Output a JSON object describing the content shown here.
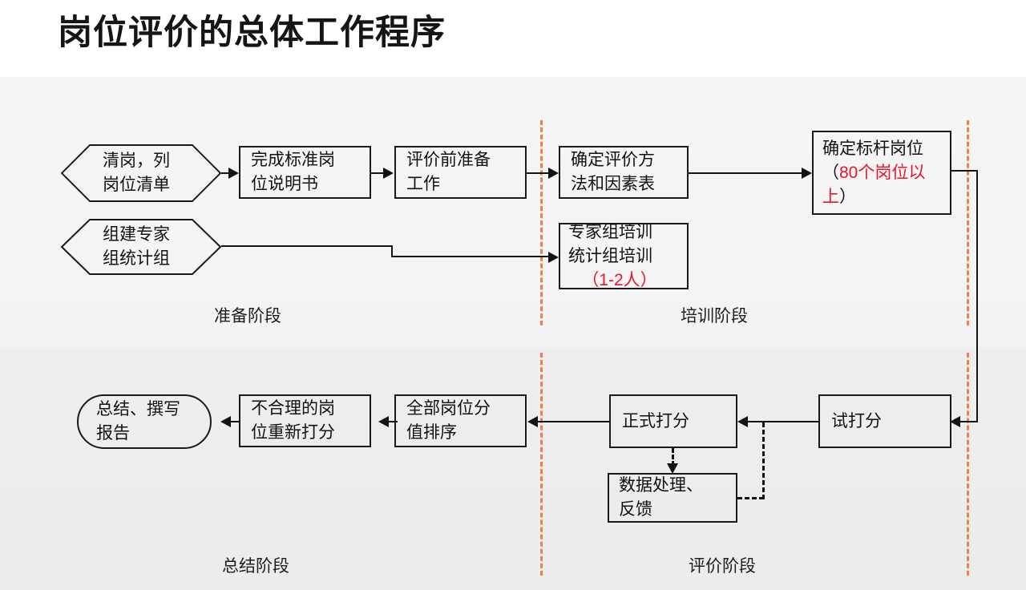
{
  "slide": {
    "title": "岗位评价的总体工作程序",
    "accent_divider_color": "#ed8042",
    "highlight_color": "#e8162a",
    "line_color": "#131313"
  },
  "nodes": {
    "clear_posts": {
      "line1": "清岗，列",
      "line2": "岗位清单",
      "shape": "hexagon"
    },
    "job_descriptions": {
      "line1": "完成标准岗",
      "line2": "位说明书",
      "shape": "rect"
    },
    "pre_eval_prep": {
      "line1": "评价前准备",
      "line2": "工作",
      "shape": "rect"
    },
    "method_factors": {
      "line1": "确定评价方",
      "line2": "法和因素表",
      "shape": "rect"
    },
    "benchmark_posts": {
      "line1": "确定标杆岗位",
      "line2_prefix": "（",
      "line2_red": "80个岗位以",
      "line3_red": "上",
      "line3_suffix": "）",
      "shape": "rect"
    },
    "build_teams": {
      "line1": "组建专家",
      "line2": "组统计组",
      "shape": "hexagon"
    },
    "training": {
      "line1": "专家组培训",
      "line2": "统计组培训",
      "line3": "（1-2人）",
      "shape": "rect"
    },
    "summary_report": {
      "line1": "总结、撰写",
      "line2": "报告",
      "shape": "stadium"
    },
    "rescore_unreasonable": {
      "line1": "不合理的岗",
      "line2": "位重新打分",
      "shape": "rect"
    },
    "rank_all_scores": {
      "line1": "全部岗位分",
      "line2": "值排序",
      "shape": "rect"
    },
    "formal_scoring": {
      "line1": "正式打分",
      "shape": "rect"
    },
    "data_feedback": {
      "line1": "数据处理、",
      "line2": "反馈",
      "shape": "rect"
    },
    "trial_scoring": {
      "line1": "试打分",
      "shape": "rect"
    }
  },
  "phases": {
    "prep": "准备阶段",
    "training": "培训阶段",
    "summary": "总结阶段",
    "evaluation": "评价阶段"
  }
}
